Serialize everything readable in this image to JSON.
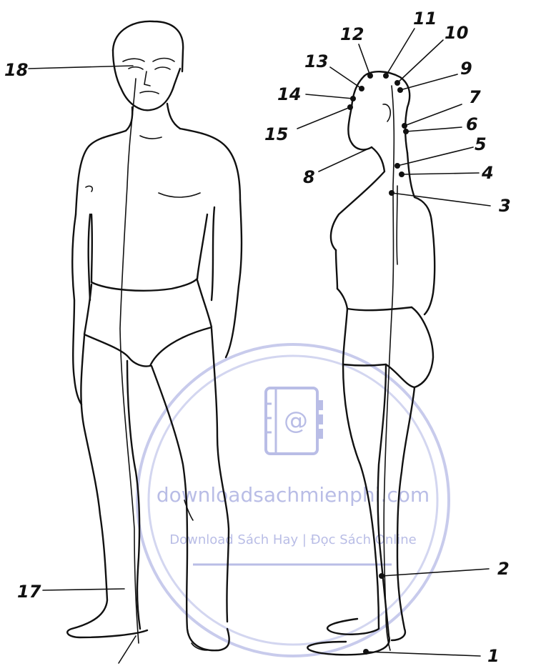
{
  "figure": {
    "labels": [
      "1",
      "2",
      "3",
      "4",
      "5",
      "6",
      "7",
      "8",
      "9",
      "10",
      "11",
      "12",
      "13",
      "14",
      "15",
      "17",
      "18"
    ]
  },
  "watermark": {
    "site": "downloadsachmienphi.com",
    "tagline": "Download Sách Hay | Đọc Sách Online",
    "color": "#b9bde6",
    "icon": "notebook-at-icon"
  }
}
